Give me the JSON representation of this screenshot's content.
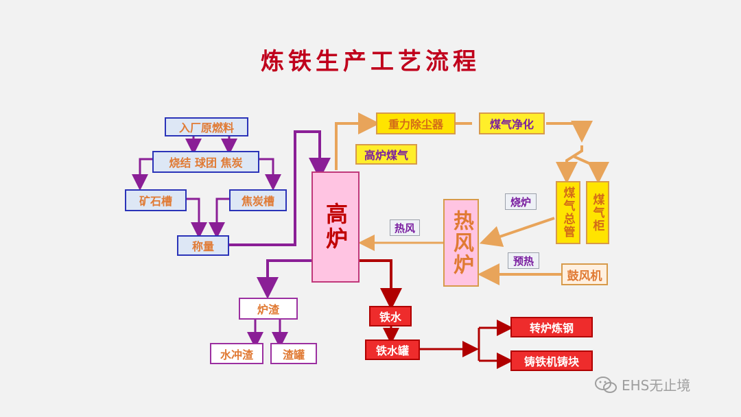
{
  "title": "炼铁生产工艺流程",
  "nodes": {
    "raw_input": "入厂原燃料",
    "sinter": "烧结 球团 焦炭",
    "ore_bin": "矿石槽",
    "coke_bin": "焦炭槽",
    "weighing": "称量",
    "blast_furnace": "高炉",
    "slag": "炉渣",
    "water_slag": "水冲渣",
    "slag_tank": "渣罐",
    "molten_iron": "铁水",
    "iron_ladle": "铁水罐",
    "converter": "转炉炼钢",
    "casting": "铸铁机铸块",
    "dust_catcher": "重力除尘器",
    "gas_cleaning": "煤气净化",
    "bf_gas": "高炉煤气",
    "gas_main": "煤气总管",
    "gas_holder": "煤气柜",
    "hot_stove": "热风炉",
    "blower": "鼓风机"
  },
  "labels": {
    "hot_blast": "热风",
    "burn": "烧炉",
    "preheat": "预热"
  },
  "watermark": "EHS无止境",
  "colors": {
    "title": "#c0001c",
    "purple_flow": "#8a1f96",
    "red_flow": "#b00000",
    "gas_flow": "#e8a45a"
  }
}
